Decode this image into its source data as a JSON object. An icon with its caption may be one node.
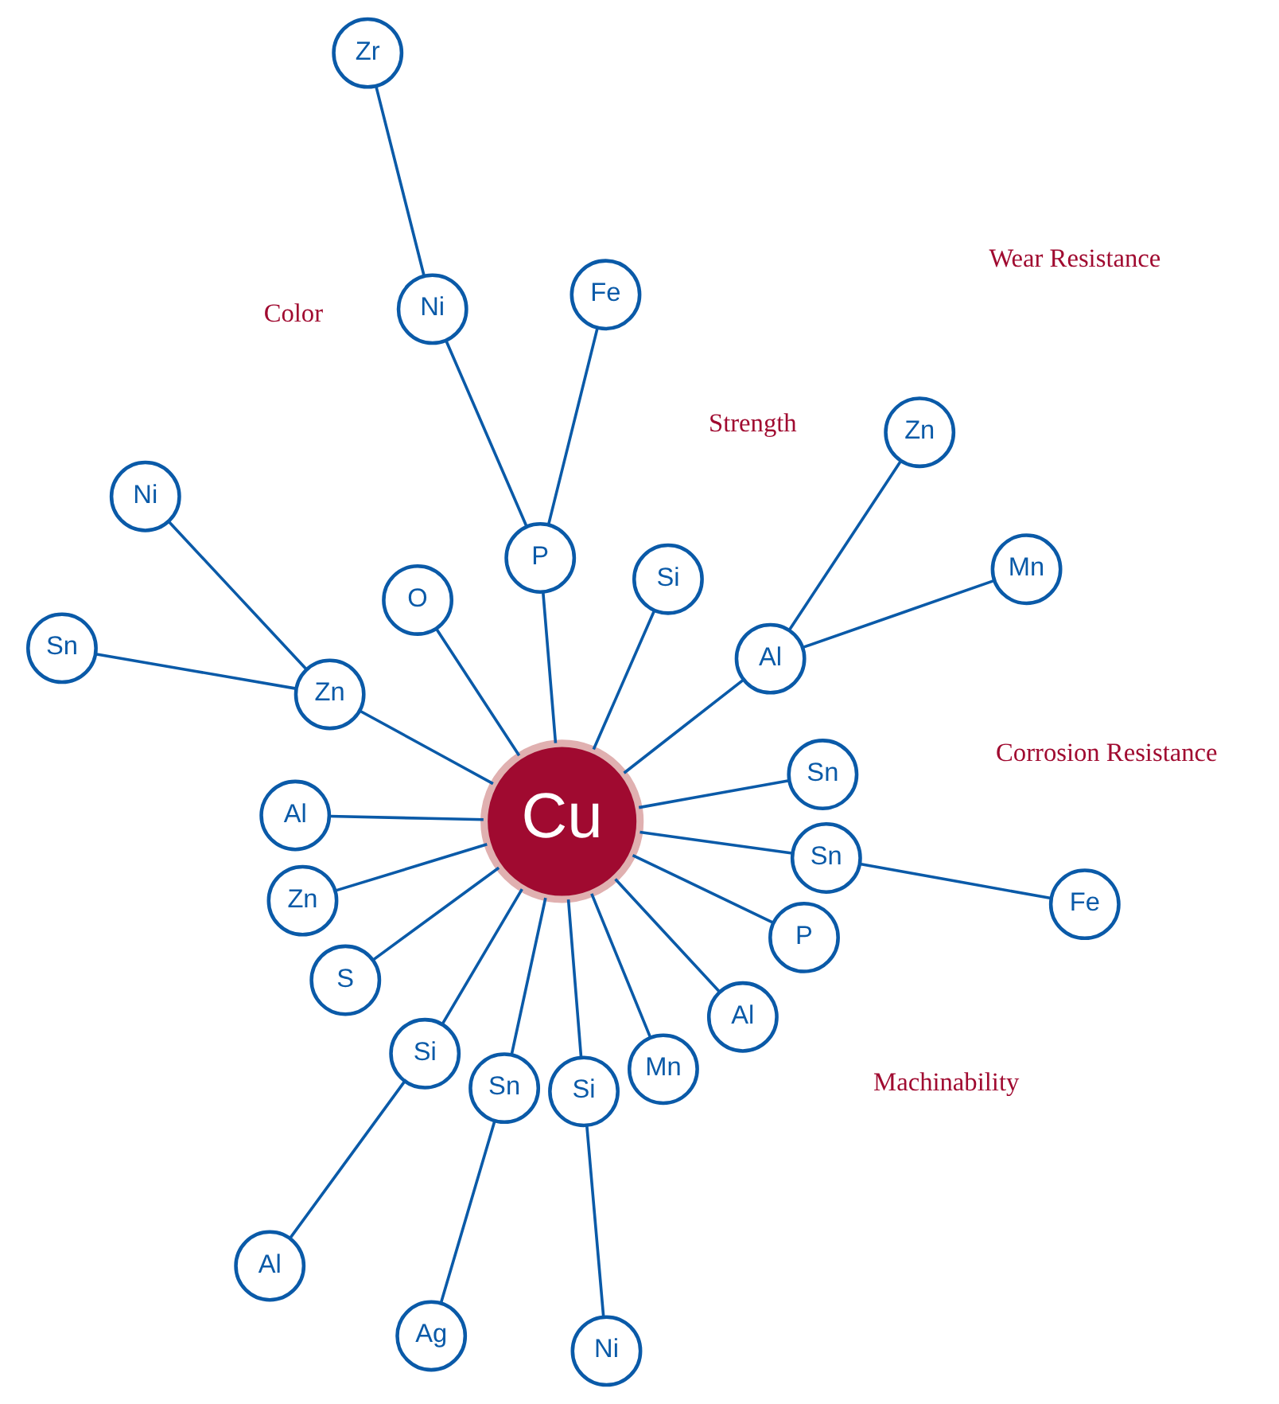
{
  "diagram": {
    "nodes": [
      {
        "text": [
          "Cu"
        ]
      },
      {
        "text": [
          "Sn"
        ]
      },
      {
        "text": [
          "Mn"
        ]
      },
      {
        "text": [
          "Zn"
        ]
      },
      {
        "text": [
          "Al"
        ]
      },
      {
        "text": [
          "Si"
        ]
      },
      {
        "text": [
          "Fe"
        ]
      },
      {
        "text": [
          "P"
        ]
      },
      {
        "text": [
          "Zr"
        ]
      },
      {
        "text": [
          "Ni"
        ]
      },
      {
        "text": [
          "O"
        ]
      },
      {
        "text": [
          "Ni"
        ]
      },
      {
        "text": [
          "Sn"
        ]
      },
      {
        "text": [
          "Zn"
        ]
      },
      {
        "text": [
          "Al"
        ]
      },
      {
        "text": [
          "Zn"
        ]
      },
      {
        "text": [
          "S"
        ]
      },
      {
        "text": [
          "Si"
        ]
      },
      {
        "text": [
          "Al"
        ]
      },
      {
        "text": [
          "Sn"
        ]
      },
      {
        "text": [
          "Ag"
        ]
      },
      {
        "text": [
          "Si"
        ]
      },
      {
        "text": [
          "Mn"
        ]
      },
      {
        "text": [
          "Al"
        ]
      },
      {
        "text": [
          "P"
        ]
      },
      {
        "text": [
          "Ni"
        ]
      },
      {
        "text": [
          "Sn"
        ]
      },
      {
        "text": [
          "Fe"
        ]
      }
    ],
    "edges": [
      {
        "from": 0,
        "to": 1,
        "arrow": "none"
      },
      {
        "from": 0,
        "to": 4,
        "arrow": "none"
      },
      {
        "from": 4,
        "to": 3,
        "arrow": "none"
      },
      {
        "from": 4,
        "to": 2,
        "arrow": "none"
      },
      {
        "from": 0,
        "to": 5,
        "arrow": "none"
      },
      {
        "from": 0,
        "to": 7,
        "arrow": "none"
      },
      {
        "from": 7,
        "to": 6,
        "arrow": "none"
      },
      {
        "from": 7,
        "to": 9,
        "arrow": "none"
      },
      {
        "from": 9,
        "to": 8,
        "arrow": "none"
      },
      {
        "from": 0,
        "to": 10,
        "arrow": "none"
      },
      {
        "from": 0,
        "to": 13,
        "arrow": "none"
      },
      {
        "from": 13,
        "to": 11,
        "arrow": "none"
      },
      {
        "from": 13,
        "to": 12,
        "arrow": "none"
      },
      {
        "from": 0,
        "to": 14,
        "arrow": "none"
      },
      {
        "from": 0,
        "to": 15,
        "arrow": "none"
      },
      {
        "from": 0,
        "to": 16,
        "arrow": "none"
      },
      {
        "from": 0,
        "to": 17,
        "arrow": "none"
      },
      {
        "from": 17,
        "to": 18,
        "arrow": "none"
      },
      {
        "from": 0,
        "to": 19,
        "arrow": "none"
      },
      {
        "from": 19,
        "to": 20,
        "arrow": "none"
      },
      {
        "from": 0,
        "to": 21,
        "arrow": "none"
      },
      {
        "from": 21,
        "to": 25,
        "arrow": "none"
      },
      {
        "from": 0,
        "to": 22,
        "arrow": "none"
      },
      {
        "from": 0,
        "to": 23,
        "arrow": "none"
      },
      {
        "from": 0,
        "to": 24,
        "arrow": "none"
      },
      {
        "from": 0,
        "to": 26,
        "arrow": "none"
      },
      {
        "from": 26,
        "to": 27,
        "arrow": "none"
      }
    ],
    "labels": [
      "Strength",
      "Color",
      "Machinability",
      "Wear Resistance",
      "Corrosion Resistance"
    ]
  }
}
